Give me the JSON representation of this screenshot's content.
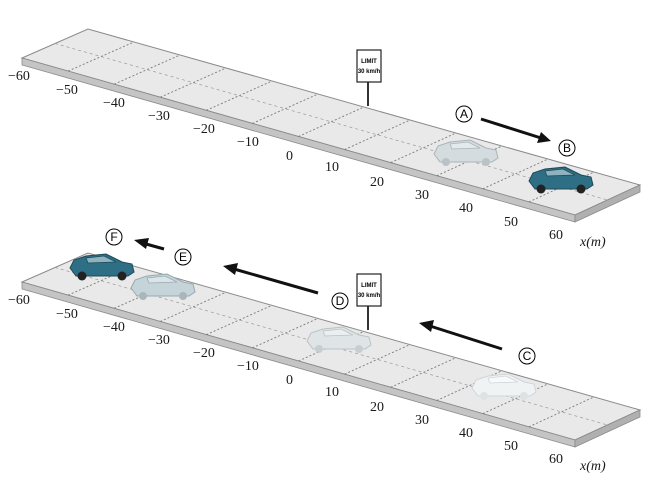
{
  "axis_label": "x(m)",
  "ticks": [
    "−60",
    "−50",
    "−40",
    "−30",
    "−20",
    "−10",
    "0",
    "10",
    "20",
    "30",
    "40",
    "50",
    "60"
  ],
  "sign": {
    "line1": "LIMIT",
    "line2": "30 km/h"
  },
  "top_panel": {
    "labels": [
      "A",
      "B"
    ]
  },
  "bottom_panel": {
    "labels": [
      "C",
      "D",
      "E",
      "F"
    ]
  },
  "colors": {
    "car_solid": "#2f6f86",
    "car_ghost": "#c8d3d6",
    "road_top": "#e9e9e9",
    "road_side": "#bdbdbd",
    "arrow": "#111111"
  }
}
